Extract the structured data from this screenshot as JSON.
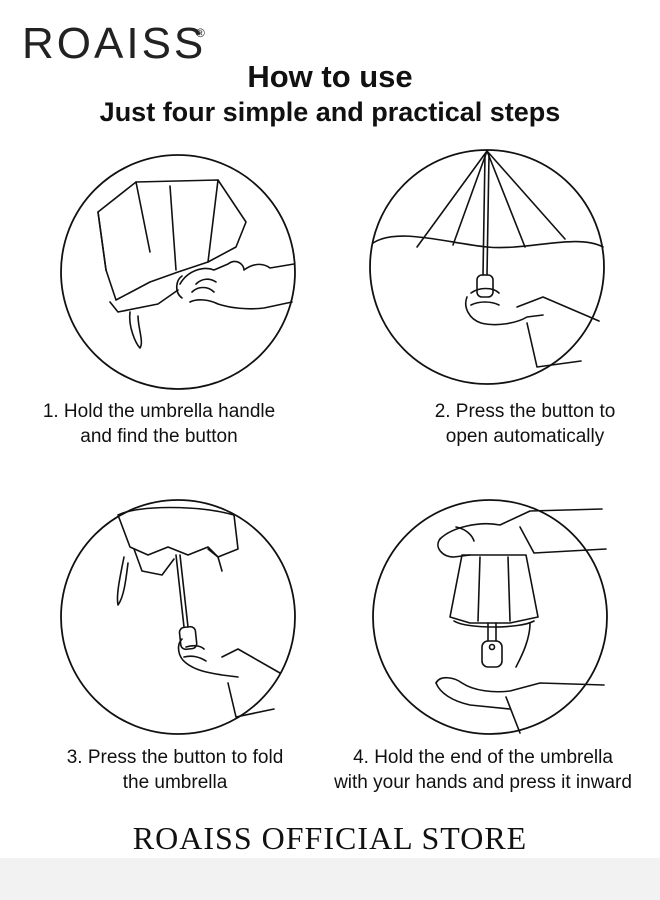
{
  "brand": {
    "name": "ROAISS",
    "registered_mark": "®"
  },
  "header": {
    "title": "How to use",
    "subtitle": "Just four simple and practical steps"
  },
  "steps": [
    {
      "line1": "1. Hold the umbrella handle",
      "line2": "and find the button",
      "illustration": "hand-holding-folded-umbrella-icon"
    },
    {
      "line1": "2. Press the button to",
      "line2": "open automatically",
      "illustration": "hand-opening-umbrella-icon"
    },
    {
      "line1": "3. Press the button to fold",
      "line2": "the umbrella",
      "illustration": "hand-folding-umbrella-icon"
    },
    {
      "line1": "4. Hold the end of the umbrella",
      "line2": "with your hands and press it inward",
      "illustration": "hands-pressing-umbrella-icon"
    }
  ],
  "footer": {
    "store_name": "ROAISS OFFICIAL STORE"
  }
}
